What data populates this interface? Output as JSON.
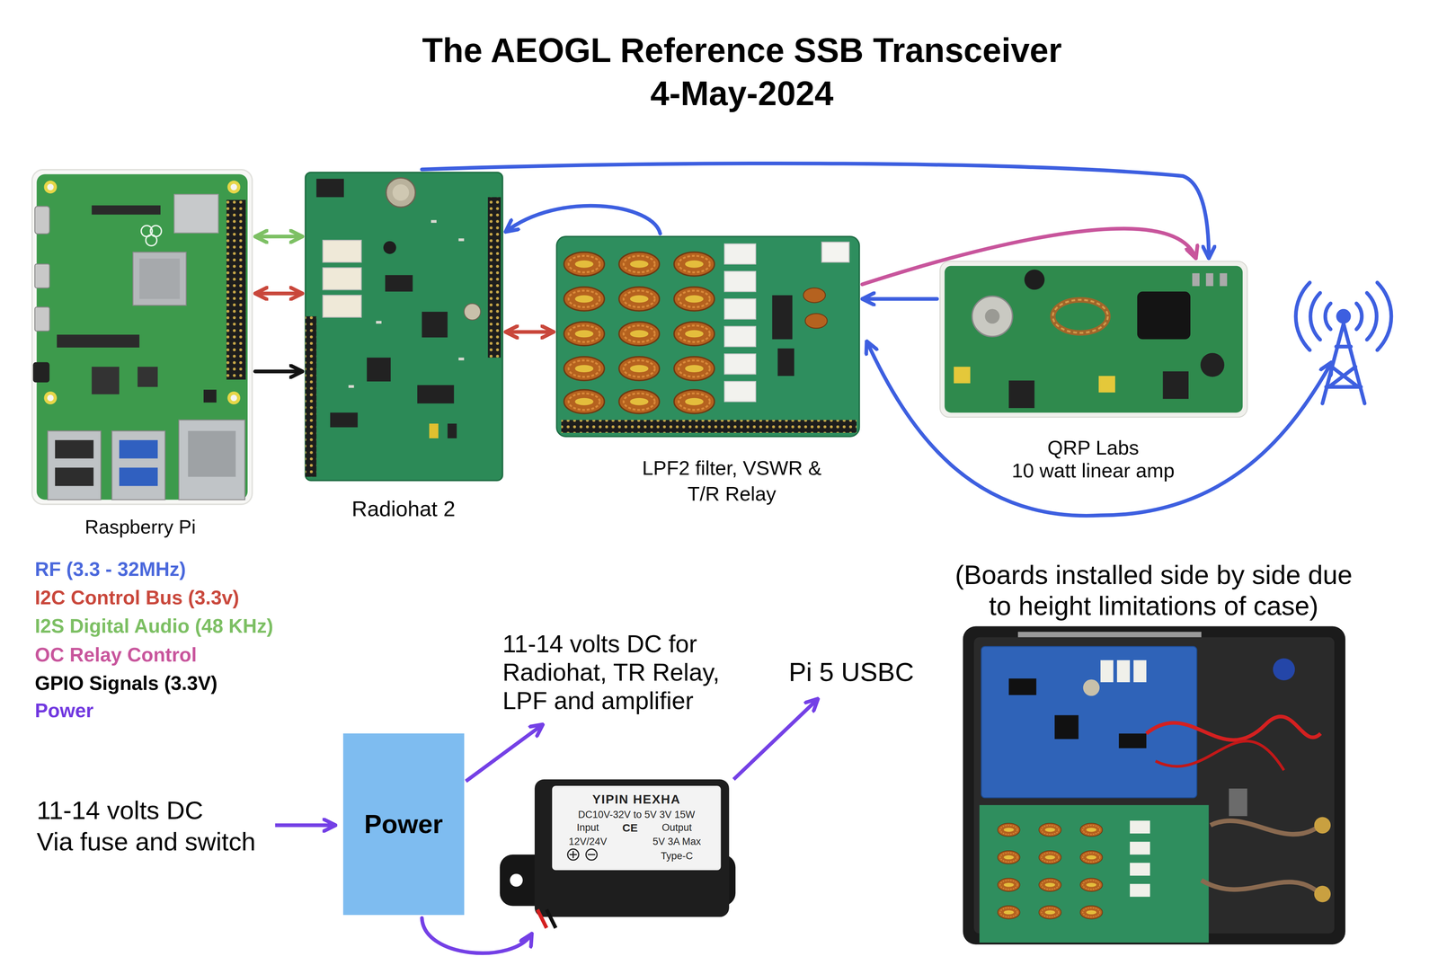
{
  "diagram": {
    "title": "The AEOGL Reference SSB Transceiver",
    "nodes": [
      {
        "text": [
          "Raspberry Pi"
        ]
      },
      {
        "text": [
          "Radiohat 2"
        ]
      },
      {
        "text": [
          "LPF2 filter, VSWR & T/R Relay"
        ]
      },
      {
        "text": [
          "QRP Labs",
          "10 watt linear amp"
        ]
      },
      {
        "text": [
          "Power"
        ]
      },
      {
        "text": [
          "YIPIN HEXHA",
          "DC10V-32V to 5V 3V 15W",
          "Input",
          "CE",
          "Output",
          "12V/24V",
          "5V 3A Max",
          "Type-C"
        ]
      },
      {
        "text": [
          "(Boards installed side by side due to height limitations of case)"
        ]
      }
    ],
    "edges": [
      {
        "from": 0,
        "to": 1,
        "arrow": "both"
      },
      {
        "from": 0,
        "to": 1,
        "arrow": "both"
      },
      {
        "from": 0,
        "to": 1,
        "arrow": "to"
      },
      {
        "from": 1,
        "to": 2,
        "arrow": "both"
      },
      {
        "from": 2,
        "to": 1,
        "arrow": "to"
      },
      {
        "from": 1,
        "to": 3,
        "arrow": "to"
      },
      {
        "from": 2,
        "to": 3,
        "arrow": "to"
      },
      {
        "from": 3,
        "to": 2,
        "arrow": "to"
      },
      {
        "from": 4,
        "to": 5,
        "arrow": "to"
      }
    ],
    "labels": [
      "4-May-2024",
      "11-14 volts DC",
      "Via fuse and switch",
      "11-14 volts DC for Radiohat, TR Relay, LPF and amplifier",
      "Pi 5 USBC"
    ],
    "legend": [
      {
        "text": "RF (3.3 - 32MHz)",
        "color": "#4a68dc"
      },
      {
        "text": "I2C Control Bus (3.3v)",
        "color": "#c9473b"
      },
      {
        "text": "I2S Digital Audio (48 KHz)",
        "color": "#7cbf63"
      },
      {
        "text": "OC Relay Control",
        "color": "#c8559c"
      },
      {
        "text": "GPIO Signals (3.3V)",
        "color": "#000000"
      },
      {
        "text": "Power",
        "color": "#7138e0"
      }
    ]
  }
}
